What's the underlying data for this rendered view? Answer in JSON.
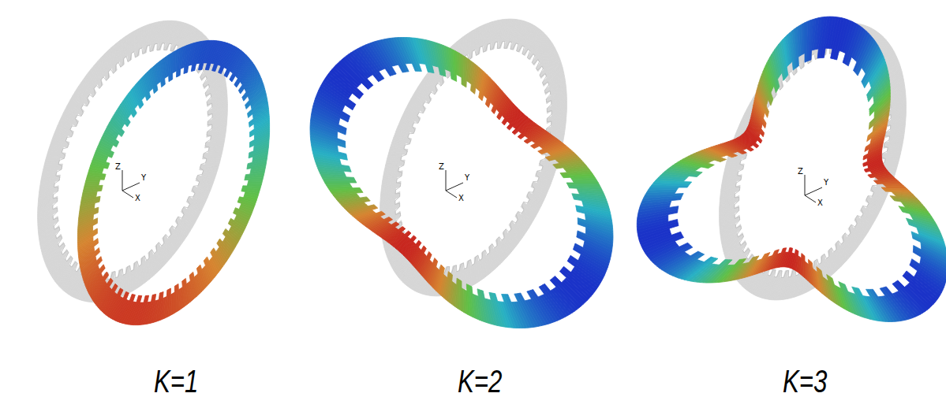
{
  "diagram": {
    "labels": [
      "Z",
      "Y",
      "X",
      "K=1",
      "Z",
      "Y",
      "X",
      "K=2",
      "Z",
      "Y",
      "X",
      "K=3"
    ]
  }
}
